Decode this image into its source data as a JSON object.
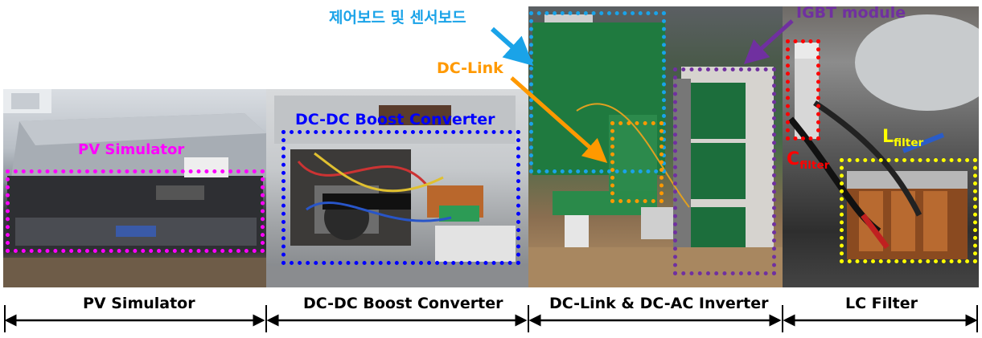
{
  "sections": {
    "pv_simulator": "PV Simulator",
    "boost_converter": "DC-DC Boost Converter",
    "inverter": "DC-Link & DC-AC Inverter",
    "lc_filter": "LC Filter"
  },
  "annotations": {
    "pv_simulator": "PV Simulator",
    "boost_converter": "DC-DC Boost Converter",
    "control_board": "제어보드 및 센서보드",
    "dc_link": "DC-Link",
    "igbt": "IGBT module",
    "c_filter_main": "C",
    "c_filter_sub": "filter",
    "l_filter_main": "L",
    "l_filter_sub": "filter"
  },
  "colors": {
    "magenta": "#ff00ff",
    "blue": "#0000ff",
    "cyan": "#1aa3e8",
    "orange": "#ff9900",
    "purple": "#7030a0",
    "red": "#ff0000",
    "yellow": "#ffff00"
  }
}
